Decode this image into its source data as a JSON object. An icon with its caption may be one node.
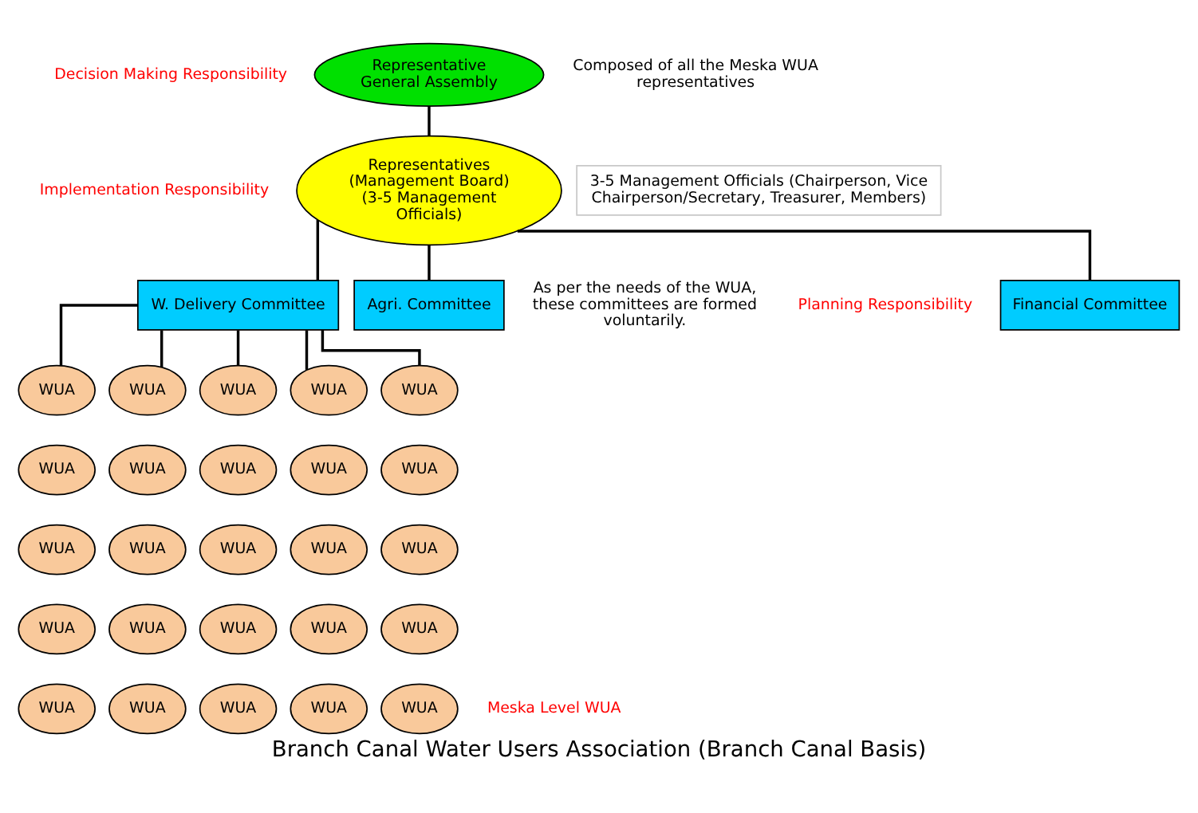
{
  "diagram": {
    "caption": "Branch Canal Water Users Association (Branch Canal Basis)",
    "nodes": [
      {
        "text": [
          "Representative General Assembly"
        ]
      },
      {
        "text": [
          "Representatives (Management Board)",
          "(3-5 Management Officials)"
        ]
      },
      {
        "text": [
          "3-5 Management Officials (Chairperson, Vice Chairperson/Secretary, Treasurer, Members)"
        ]
      },
      {
        "text": [
          "Financial Committee"
        ]
      },
      {
        "text": [
          "W. Delivery Committee"
        ]
      },
      {
        "text": [
          "Agri. Committee"
        ]
      },
      {
        "text": [
          "WUA"
        ]
      },
      {
        "text": [
          "WUA"
        ]
      },
      {
        "text": [
          "WUA"
        ]
      },
      {
        "text": [
          "WUA"
        ]
      },
      {
        "text": [
          "WUA"
        ]
      },
      {
        "text": [
          "WUA"
        ]
      },
      {
        "text": [
          "WUA"
        ]
      },
      {
        "text": [
          "WUA"
        ]
      },
      {
        "text": [
          "WUA"
        ]
      },
      {
        "text": [
          "WUA"
        ]
      },
      {
        "text": [
          "WUA"
        ]
      },
      {
        "text": [
          "WUA"
        ]
      },
      {
        "text": [
          "WUA"
        ]
      },
      {
        "text": [
          "WUA"
        ]
      },
      {
        "text": [
          "WUA"
        ]
      },
      {
        "text": [
          "WUA"
        ]
      },
      {
        "text": [
          "WUA"
        ]
      },
      {
        "text": [
          "WUA"
        ]
      },
      {
        "text": [
          "WUA"
        ]
      },
      {
        "text": [
          "WUA"
        ]
      },
      {
        "text": [
          "WUA"
        ]
      },
      {
        "text": [
          "WUA"
        ]
      },
      {
        "text": [
          "WUA"
        ]
      },
      {
        "text": [
          "WUA"
        ]
      },
      {
        "text": [
          "WUA"
        ]
      }
    ],
    "edges": [
      {
        "from": 0,
        "to": 1,
        "arrow": "none"
      },
      {
        "from": 1,
        "to": 3,
        "arrow": "none"
      },
      {
        "from": 1,
        "to": 4,
        "arrow": "none"
      },
      {
        "from": 1,
        "to": 5,
        "arrow": "none"
      },
      {
        "from": 4,
        "to": 6,
        "arrow": "none"
      },
      {
        "from": 4,
        "to": 11,
        "arrow": "none"
      },
      {
        "from": 4,
        "to": 16,
        "arrow": "none"
      },
      {
        "from": 4,
        "to": 21,
        "arrow": "none"
      },
      {
        "from": 4,
        "to": 26,
        "arrow": "none"
      }
    ],
    "labels": [
      "Decision Making Responsibility",
      "Composed of all the Meska WUA representatives",
      "Implementation Responsibility",
      "Planning Responsibility",
      "As per the needs of the WUA, these committees are formed voluntarily.",
      "Meska Level WUA"
    ]
  }
}
